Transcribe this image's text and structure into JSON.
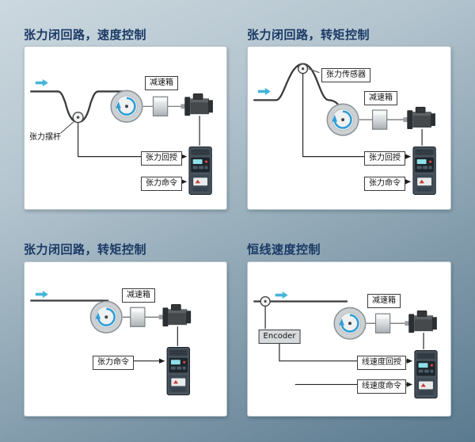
{
  "colors": {
    "accent-cyan": "#45b6d9",
    "roller-blue": "#2e9ed6",
    "title-navy": "#1a3a66"
  },
  "panels": [
    {
      "id": "tension-closed-loop-speed",
      "title": "张力闭回路，速度控制",
      "labels": {
        "gearbox": "减速箱",
        "swing_rod": "张力摆杆",
        "feedback": "张力回授",
        "command": "张力命令"
      }
    },
    {
      "id": "tension-closed-loop-torque-sensor",
      "title": "张力闭回路，转矩控制",
      "labels": {
        "sensor": "张力传感器",
        "gearbox": "减速箱",
        "feedback": "张力回授",
        "command": "张力命令"
      }
    },
    {
      "id": "tension-closed-loop-torque",
      "title": "张力闭回路，转矩控制",
      "labels": {
        "gearbox": "减速箱",
        "command": "张力命令"
      }
    },
    {
      "id": "constant-line-speed",
      "title": "恒线速度控制",
      "labels": {
        "encoder": "Encoder",
        "gearbox": "减速箱",
        "feedback": "线速度回授",
        "command": "线速度命令"
      }
    }
  ]
}
